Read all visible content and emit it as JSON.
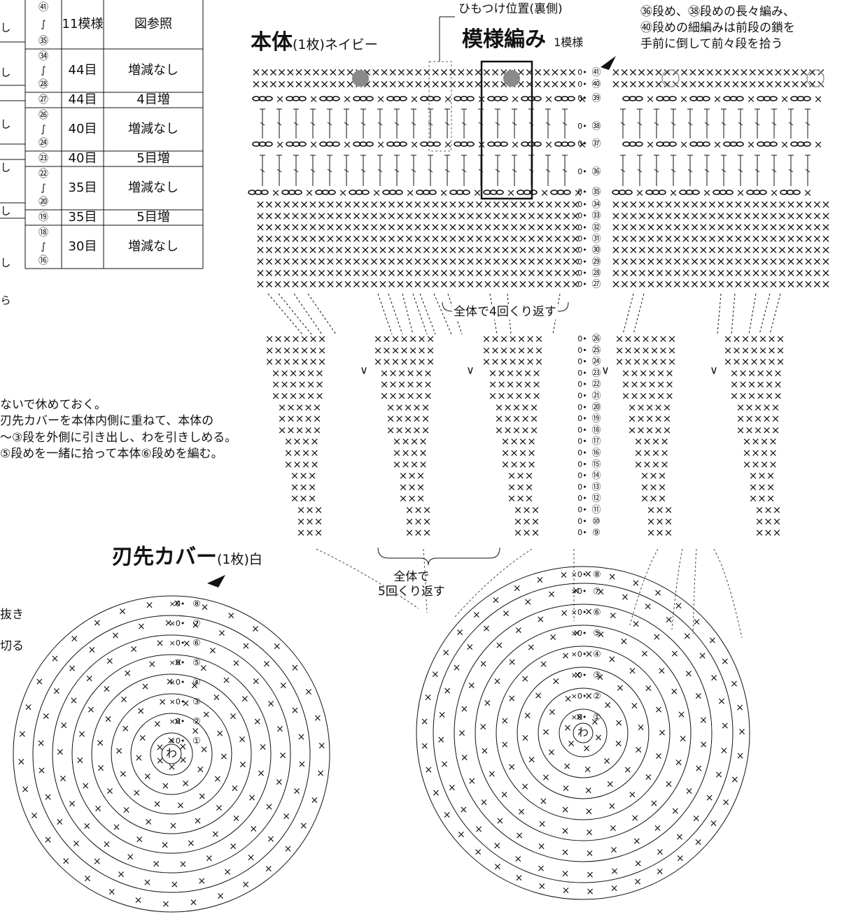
{
  "table": {
    "rows": [
      {
        "rounds": [
          "㊶",
          "∫",
          "㉟"
        ],
        "stitches": "11模様",
        "change": "図参照"
      },
      {
        "rounds": [
          "㉞",
          "∫",
          "㉘"
        ],
        "stitches": "44目",
        "change": "増減なし"
      },
      {
        "rounds": [
          "㉗"
        ],
        "stitches": "44目",
        "change": "4目増"
      },
      {
        "rounds": [
          "㉖",
          "∫",
          "㉔"
        ],
        "stitches": "40目",
        "change": "増減なし"
      },
      {
        "rounds": [
          "㉓"
        ],
        "stitches": "40目",
        "change": "5目増"
      },
      {
        "rounds": [
          "㉒",
          "∫",
          "⑳"
        ],
        "stitches": "35目",
        "change": "増減なし"
      },
      {
        "rounds": [
          "⑲"
        ],
        "stitches": "35目",
        "change": "5目増"
      },
      {
        "rounds": [
          "⑱",
          "∫",
          "⑯"
        ],
        "stitches": "30目",
        "change": "増減なし"
      }
    ]
  },
  "left_cut_text": {
    "col_marks": [
      "し",
      "し",
      "し",
      "し",
      "し",
      "し",
      "ら"
    ],
    "lines": [
      "ないで休めておく。",
      "刃先カバーを本体内側に重ねて、本体の",
      "〜③段を外側に引き出し、わを引きしめる。",
      "⑤段めを一緒に拾って本体⑥段めを編む。"
    ],
    "legend": [
      "抜き",
      "切る"
    ]
  },
  "body_diagram": {
    "title": "本体",
    "subtitle": "(1枚)ネイビー",
    "pattern_title": "模様編み",
    "pattern_unit": "1模様",
    "cord_label": "ひもつけ位置(裏側)",
    "note_lines": [
      "㊱段め、㊳段めの長々編み、",
      "㊵段めの細編みは前段の鎖を",
      "手前に倒して前々段を拾う"
    ],
    "repeat_4": "全体で4回くり返す",
    "repeat_5": [
      "全体で",
      "5回くり返す"
    ],
    "ring_label": "わ",
    "rows_upper": [
      "㊶",
      "㊵",
      "㊴",
      "㊳",
      "㊲",
      "㊱",
      "㉟",
      "㉞",
      "㉝",
      "㉜",
      "㉛",
      "㉚",
      "㉙",
      "㉘",
      "㉗"
    ],
    "rows_middle": [
      "㉖",
      "㉕",
      "㉔",
      "㉓",
      "㉒",
      "㉑",
      "⑳",
      "⑲",
      "⑱",
      "⑰",
      "⑯",
      "⑮",
      "⑭",
      "⑬",
      "⑫",
      "⑪",
      "⑩",
      "⑨"
    ],
    "rows_disc": [
      "⑧",
      "⑦",
      "⑥",
      "⑤",
      "④",
      "③",
      "②",
      "①"
    ]
  },
  "cover_diagram": {
    "title": "刃先カバー",
    "subtitle": "(1枚)白",
    "ring_label": "わ",
    "rows": [
      "⑧",
      "⑦",
      "⑥",
      "⑤",
      "④",
      "③",
      "②",
      "①"
    ]
  },
  "symbols": {
    "sc": "×",
    "inc": "∨",
    "ch": "0",
    "slip": "•"
  },
  "colors": {
    "ink": "#111111",
    "marker_fill": "#8a8a8a",
    "dashed": "#444444"
  }
}
